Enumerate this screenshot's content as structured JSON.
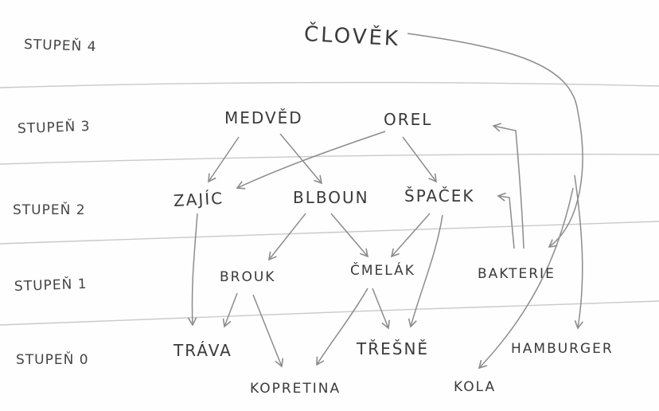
{
  "levels": {
    "l4": "STUPEŇ 4",
    "l3": "STUPEŇ 3",
    "l2": "STUPEŇ 2",
    "l1": "STUPEŇ 1",
    "l0": "STUPEŇ 0"
  },
  "nodes": {
    "clovek": "ČLOVĚK",
    "medved": "MEDVĚD",
    "orel": "OREL",
    "zajic": "ZAJÍC",
    "blboun": "BLBOUN",
    "spacek": "ŠPAČEK",
    "brouk": "BROUK",
    "chelak": "ČMELÁK",
    "bakterie": "BAKTERIE",
    "trava": "TRÁVA",
    "tresne": "TŘEŠNĚ",
    "hamburger": "HAMBURGER",
    "kopretina": "KOPRETINA",
    "kola": "KOLA"
  },
  "colors": {
    "ink": "#3a3a3a",
    "arrow": "#8c8c8c",
    "rule": "#c9c9c9",
    "paper": "#fefefe"
  }
}
